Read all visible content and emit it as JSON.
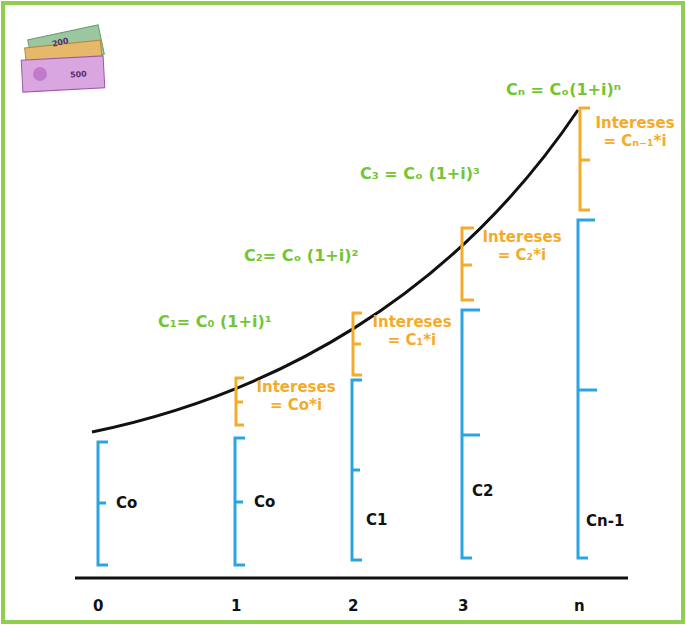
{
  "diagram": {
    "labels": [
      "200",
      "500",
      "Cₙ = Cₒ(1+i)ⁿ",
      "Intereses = Cₙ₋₁*i",
      "C₃ = Cₒ (1+i)³",
      "Intereses = C₂*i",
      "C₂= Cₒ (1+i)²",
      "Intereses = C₁*i",
      "C₁= C₀ (1+i)¹",
      "Intereses = Co*i",
      "Co",
      "Co",
      "C1",
      "C2",
      "Cn-1",
      "0",
      "1",
      "2",
      "3",
      "n"
    ]
  }
}
